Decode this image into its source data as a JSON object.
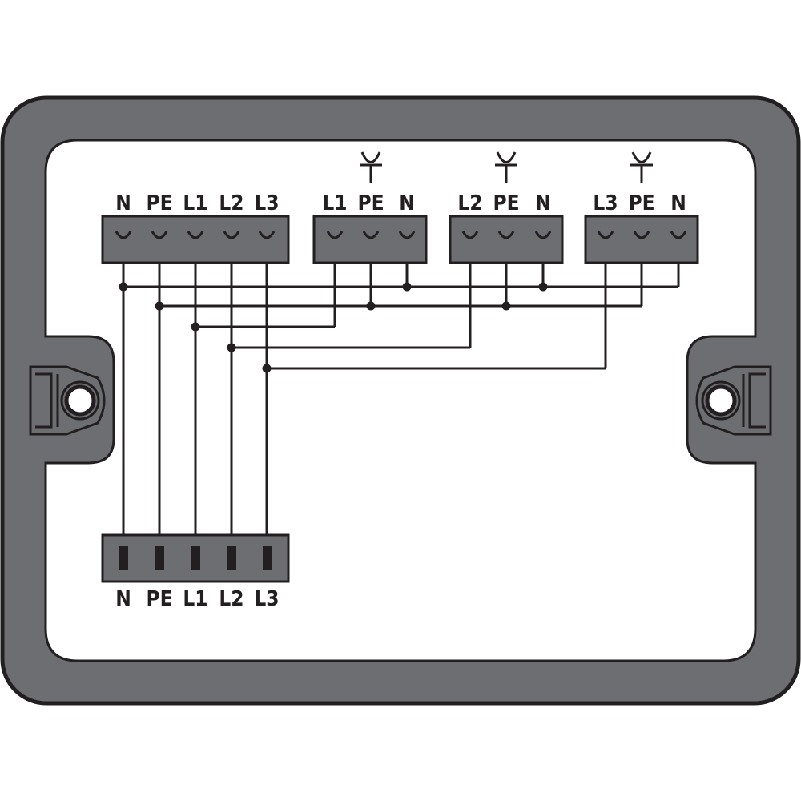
{
  "colors": {
    "housing": "#6d6e71",
    "line": "#231f20",
    "background": "#ffffff"
  },
  "input_block": {
    "labels": [
      "N",
      "PE",
      "L1",
      "L2",
      "L3"
    ]
  },
  "output_blocks": [
    {
      "labels": [
        "L1",
        "PE",
        "N"
      ],
      "icon": "socket-symbol-icon"
    },
    {
      "labels": [
        "L2",
        "PE",
        "N"
      ],
      "icon": "socket-symbol-icon"
    },
    {
      "labels": [
        "L3",
        "PE",
        "N"
      ],
      "icon": "socket-symbol-icon"
    }
  ],
  "plug_block": {
    "labels": [
      "N",
      "PE",
      "L1",
      "L2",
      "L3"
    ]
  }
}
